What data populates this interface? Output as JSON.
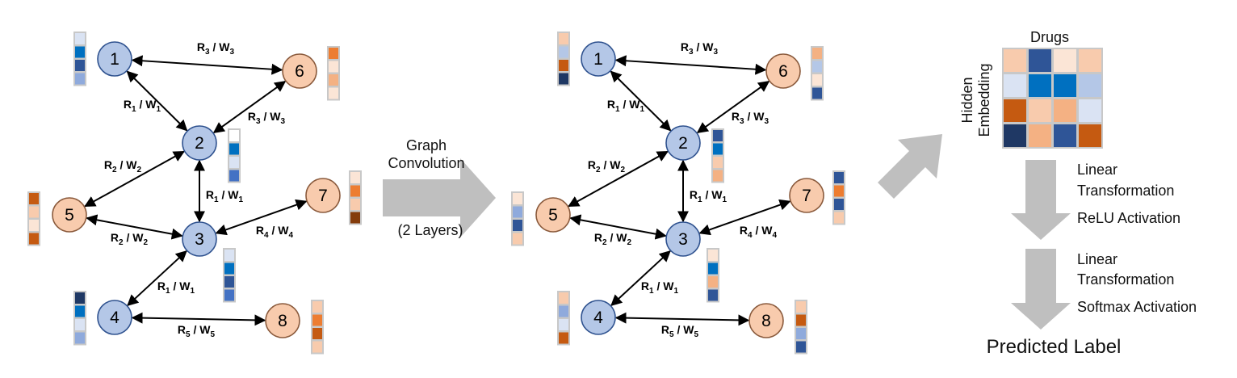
{
  "conv_arrow": {
    "line1": "Graph",
    "line2": "Convolution",
    "line3": "(2 Layers)"
  },
  "matrix": {
    "col_label": "Drugs",
    "row_label_1": "Hidden",
    "row_label_2": "Embedding",
    "colors": [
      [
        "#f8cbad",
        "#2f5597",
        "#fbe5d6",
        "#f8cbad"
      ],
      [
        "#dae3f3",
        "#0070c0",
        "#0070c0",
        "#b4c7e7"
      ],
      [
        "#c55a11",
        "#f8cbad",
        "#f4b183",
        "#dae3f3"
      ],
      [
        "#1f3864",
        "#f4b183",
        "#2f5597",
        "#c55a11"
      ]
    ]
  },
  "steps": [
    {
      "line1": "Linear",
      "line2": "Transformation",
      "line3": "ReLU Activation"
    },
    {
      "line1": "Linear",
      "line2": "Transformation",
      "line3": "Softmax Activation"
    }
  ],
  "output_label": "Predicted Label",
  "edge_labels": {
    "e16": {
      "r": "R",
      "rs": "3",
      "w": "W",
      "ws": "3"
    },
    "e12": {
      "r": "R",
      "rs": "1",
      "w": "W",
      "ws": "1"
    },
    "e26": {
      "r": "R",
      "rs": "3",
      "w": "W",
      "ws": "3"
    },
    "e25": {
      "r": "R",
      "rs": "2",
      "w": "W",
      "ws": "2"
    },
    "e23": {
      "r": "R",
      "rs": "1",
      "w": "W",
      "ws": "1"
    },
    "e53": {
      "r": "R",
      "rs": "2",
      "w": "W",
      "ws": "2"
    },
    "e37": {
      "r": "R",
      "rs": "4",
      "w": "W",
      "ws": "4"
    },
    "e34": {
      "r": "R",
      "rs": "1",
      "w": "W",
      "ws": "1"
    },
    "e48": {
      "r": "R",
      "rs": "5",
      "w": "W",
      "ws": "5"
    }
  },
  "graphs": [
    {
      "nodes": [
        {
          "id": "1",
          "type": "drug"
        },
        {
          "id": "2",
          "type": "drug"
        },
        {
          "id": "3",
          "type": "drug"
        },
        {
          "id": "4",
          "type": "drug"
        },
        {
          "id": "5",
          "type": "target"
        },
        {
          "id": "6",
          "type": "target"
        },
        {
          "id": "7",
          "type": "target"
        },
        {
          "id": "8",
          "type": "target"
        }
      ],
      "vectors": {
        "1": [
          "#dae3f3",
          "#0070c0",
          "#2f5597",
          "#8faadc"
        ],
        "2": [
          "#ffffff",
          "#0070c0",
          "#dae3f3",
          "#4472c4"
        ],
        "3": [
          "#dae3f3",
          "#0070c0",
          "#2f5597",
          "#4472c4"
        ],
        "4": [
          "#1f3864",
          "#0070c0",
          "#dae3f3",
          "#8faadc"
        ],
        "5": [
          "#c55a11",
          "#f8cbad",
          "#fbe5d6",
          "#c55a11"
        ],
        "6": [
          "#ed7d31",
          "#fbe5d6",
          "#f4b183",
          "#fbe5d6"
        ],
        "7": [
          "#fbe5d6",
          "#ed7d31",
          "#f8cbad",
          "#843c0c"
        ],
        "8": [
          "#f8cbad",
          "#ed7d31",
          "#c55a11",
          "#f8cbad"
        ]
      }
    },
    {
      "nodes": [
        {
          "id": "1",
          "type": "drug"
        },
        {
          "id": "2",
          "type": "drug"
        },
        {
          "id": "3",
          "type": "drug"
        },
        {
          "id": "4",
          "type": "drug"
        },
        {
          "id": "5",
          "type": "target"
        },
        {
          "id": "6",
          "type": "target"
        },
        {
          "id": "7",
          "type": "target"
        },
        {
          "id": "8",
          "type": "target"
        }
      ],
      "vectors": {
        "1": [
          "#f8cbad",
          "#b4c7e7",
          "#c55a11",
          "#1f3864"
        ],
        "2": [
          "#2f5597",
          "#0070c0",
          "#f8cbad",
          "#f4b183"
        ],
        "3": [
          "#fbe5d6",
          "#0070c0",
          "#f4b183",
          "#2f5597"
        ],
        "4": [
          "#f8cbad",
          "#8faadc",
          "#dae3f3",
          "#c55a11"
        ],
        "5": [
          "#fbe5d6",
          "#8faadc",
          "#2f5597",
          "#f8cbad"
        ],
        "6": [
          "#f4b183",
          "#b4c7e7",
          "#fbe5d6",
          "#2f5597"
        ],
        "7": [
          "#2f5597",
          "#ed7d31",
          "#2f5597",
          "#f8cbad"
        ],
        "8": [
          "#f8cbad",
          "#c55a11",
          "#8faadc",
          "#2f5597"
        ]
      }
    }
  ]
}
